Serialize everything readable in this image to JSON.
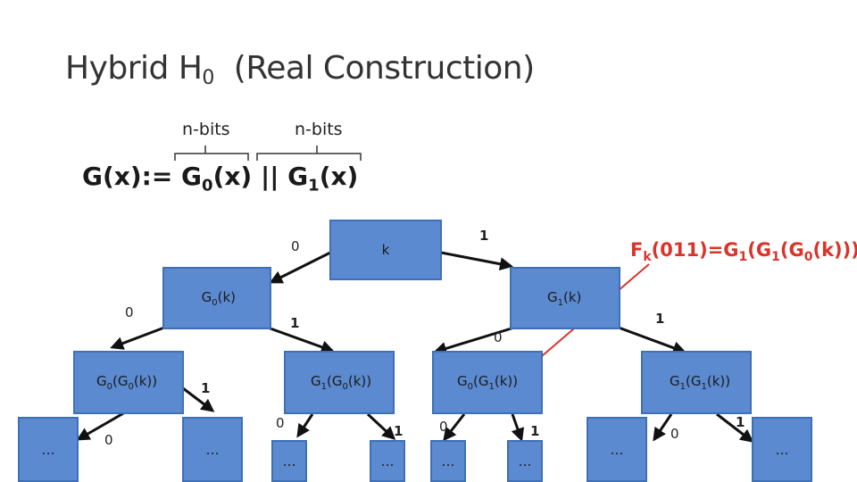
{
  "slide": {
    "title_prefix": "Hybrid H",
    "title_sub": "0",
    "title_suffix": "(Real Construction)",
    "nbits_left": "n-bits",
    "nbits_right": "n-bits",
    "formula": {
      "p1": "G(x):= G",
      "s1": "0",
      "p2": "(x) || G",
      "s2": "1",
      "p3": "(x)"
    },
    "fk": {
      "p1": "F",
      "s1": "k",
      "p2": "(011)=G",
      "s2": "1",
      "p3": "(G",
      "s3": "1",
      "p4": "(G",
      "s4": "0",
      "p5": "(k)))"
    }
  },
  "tree": {
    "root": "k",
    "n0": {
      "pre": "G",
      "sub": "0",
      "post": "(k)"
    },
    "n1": {
      "pre": "G",
      "sub": "1",
      "post": "(k)"
    },
    "n00": {
      "a": "G",
      "as": "0",
      "b": "(G",
      "bs": "0",
      "c": "(k))"
    },
    "n01": {
      "a": "G",
      "as": "1",
      "b": "(G",
      "bs": "0",
      "c": "(k))"
    },
    "n10": {
      "a": "G",
      "as": "0",
      "b": "(G",
      "bs": "1",
      "c": "(k))"
    },
    "n11": {
      "a": "G",
      "as": "1",
      "b": "(G",
      "bs": "1",
      "c": "(k))"
    },
    "ellipsis": "…",
    "edge0": "0",
    "edge1": "1"
  },
  "colors": {
    "node_fill": "#5b8ad0",
    "highlight": "#d9342b"
  }
}
